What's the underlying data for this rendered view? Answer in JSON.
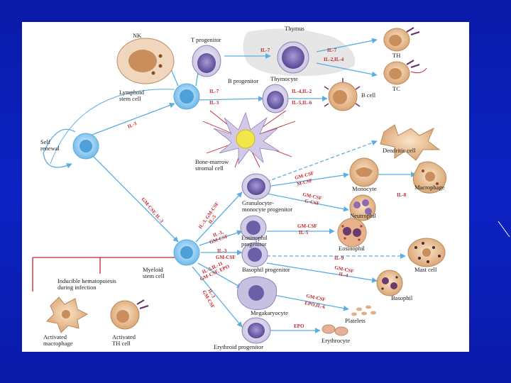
{
  "colors": {
    "background": "#0c22c4",
    "panel": "#ffffff",
    "arrow": "#5aaee0",
    "cytokine": "#c0272d",
    "label": "#1a1a1a",
    "stem_cell_fill": "#7cc4f0",
    "lymphocyte_fill": "#6b5fa8",
    "tan_cell_fill": "#e8b98a",
    "thymus_fill": "#e6e6e6",
    "stromal_fill": "#f2e64c"
  },
  "labels": {
    "nk": "NK",
    "t_progenitor": "T progenitor",
    "thymus": "Thymus",
    "thymocyte": "Thymocyte",
    "th": "TH",
    "tc": "TC",
    "lymphoid_stem_cell_line1": "Lymphoid",
    "lymphoid_stem_cell_line2": "stem cell",
    "b_progenitor": "B progenitor",
    "b_cell": "B cell",
    "self_renewal_line1": "Self",
    "self_renewal_line2": "renewal",
    "stromal_line1": "Bone-marrow",
    "stromal_line2": "stromal cell",
    "dendritic_cell": "Dendritic cell",
    "granulocyte_line1": "Granulocyte-",
    "granulocyte_line2": "monocyte progenitor",
    "monocyte": "Monocyte",
    "macrophage": "Macrophage",
    "neutrophil": "Neutrophil",
    "eosinophil_progenitor_line1": "Eosinophil",
    "eosinophil_progenitor_line2": "progenitor",
    "eosinophil": "Eosinophil",
    "myeloid_stem_cell_line1": "Myeloid",
    "myeloid_stem_cell_line2": "stem cell",
    "basophil_progenitor": "Basophil progenitor",
    "mast_cell": "Mast cell",
    "basophil": "Basophil",
    "megakaryocyte": "Megakaryocyte",
    "platelets": "Platelets",
    "erythroid_progenitor": "Erythroid progenitor",
    "erythrocyte": "Erythrocyte",
    "inducible_line1": "Inducible hematopoiesis",
    "inducible_line2": "during infection",
    "activated_macrophage_line1": "Activated",
    "activated_macrophage_line2": "macrophage",
    "activated_th_line1": "Activated",
    "activated_th_line2": "TH cell"
  },
  "cytokines": {
    "t_il7": "IL-7",
    "thymocyte_il7": "IL-7",
    "thymocyte_il2_il4": "IL-2,IL-4",
    "lymphoid_il7": "IL-7",
    "lymphoid_il3": "IL-3",
    "b_il4_il2": "IL-4,IL-2",
    "b_il5_il6": "IL-5,IL-6",
    "self_renewal_il3": "IL-3",
    "myeloid_gmcsf_il3": "GM-CSF, IL-3",
    "gm_gmcsf": "GM-CSF",
    "gm_mcsf": "M-CSF",
    "gm_gcsf": "G-CSF",
    "mono_il8": "IL-8",
    "eo_progenitor_il3_gmcsf": "IL-3, GM-CSF",
    "eo_progenitor_il5": "IL-5",
    "eo_progenitor_il3b": "IL-3,",
    "eo_progenitor_gmcsf_b": "GM-CSF",
    "eo_gmcsf": "GM-CSF",
    "eo_il5": "IL-5",
    "baso_il3": "IL-3",
    "baso_gmcsf": "GM-CSF",
    "mast_il9": "IL-9",
    "basophil_gmcsf": "GM-CSF",
    "basophil_il4": "IL-4",
    "mega_il3_il11": "IL-3,IL-11",
    "mega_gmcsf_epo": "GM-CSF, EPO",
    "mega_gmcsf2": "GM-CSF",
    "mega_epo_il6": "EPO,IL-6",
    "ery_il3": "IL-3",
    "ery_gmcsf": "GM-CSF",
    "ery_epo": "EPO"
  }
}
